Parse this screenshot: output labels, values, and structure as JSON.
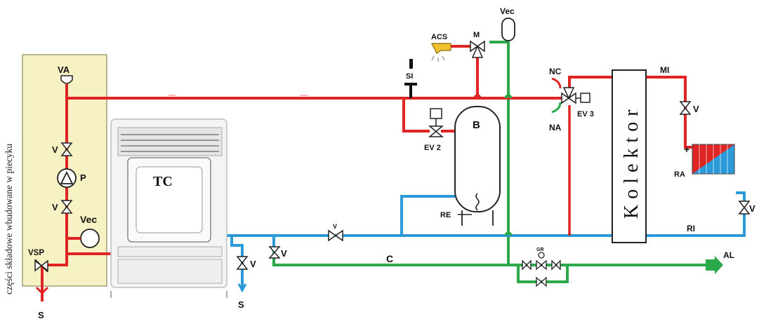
{
  "side_note": "części składowe wbudowane w piecyku",
  "labels": {
    "va": "VA",
    "v": "V",
    "p": "P",
    "vec": "Vec",
    "vsp": "VSP",
    "s": "S",
    "tc": "TC",
    "acs": "ACS",
    "m": "M",
    "si": "SI",
    "ev2": "EV 2",
    "b": "B",
    "re": "RE",
    "nc": "NC",
    "na": "NA",
    "ev3": "EV 3",
    "kolektor": "Kolektor",
    "mi": "MI",
    "ra": "RA",
    "ri": "RI",
    "c": "C",
    "gr": "GR",
    "al": "AL",
    "plus": "+"
  },
  "colors": {
    "supply": "#e02424",
    "return": "#2b9ad8",
    "cold": "#2aa84a",
    "panel": "#f6f2c4",
    "panel_border": "#8a8a5a"
  }
}
